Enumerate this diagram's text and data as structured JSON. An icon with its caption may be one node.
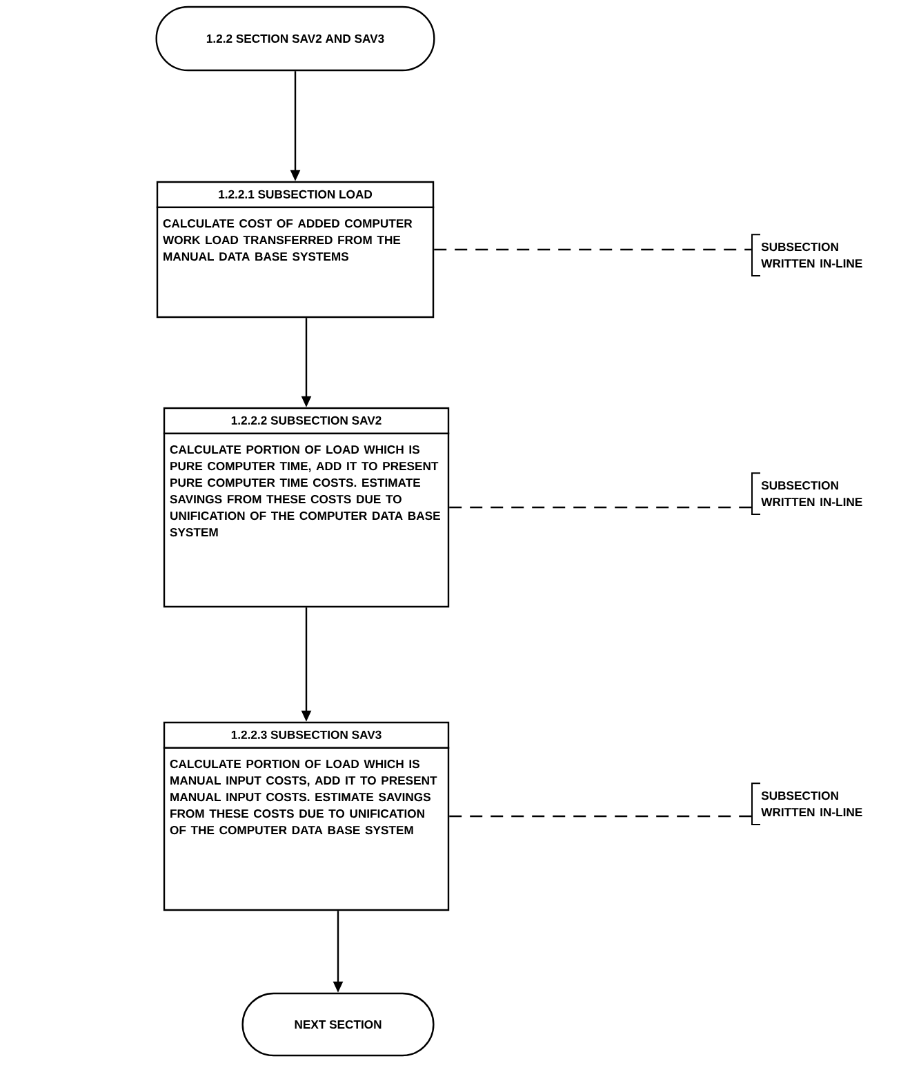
{
  "diagram": {
    "nodes": [
      {
        "text": [
          "1.2.2 SECTION SAV2 AND SAV3"
        ]
      },
      {
        "text": [
          "1.2.2.1 SUBSECTION LOAD",
          "CALCULATE COST OF ADDED COMPUTER WORK LOAD TRANSFERRED FROM THE MANUAL DATA BASE SYSTEMS"
        ]
      },
      {
        "text": [
          "SUBSECTION WRITTEN IN-LINE"
        ]
      },
      {
        "text": [
          "1.2.2.2 SUBSECTION SAV2",
          "CALCULATE PORTION OF LOAD WHICH IS PURE COMPUTER TIME, ADD IT TO PRESENT PURE COMPUTER TIME COSTS. ESTIMATE SAVINGS FROM THESE COSTS DUE TO UNIFICATION OF THE COMPUTER DATA BASE SYSTEM"
        ]
      },
      {
        "text": [
          "SUBSECTION WRITTEN IN-LINE"
        ]
      },
      {
        "text": [
          "1.2.2.3 SUBSECTION SAV3",
          "CALCULATE PORTION OF LOAD WHICH IS MANUAL INPUT COSTS, ADD IT TO PRESENT MANUAL INPUT COSTS. ESTIMATE SAVINGS FROM THESE COSTS DUE TO UNIFICATION OF THE COMPUTER DATA BASE SYSTEM"
        ]
      },
      {
        "text": [
          "SUBSECTION WRITTEN IN-LINE"
        ]
      },
      {
        "text": [
          "NEXT SECTION"
        ]
      }
    ],
    "edges": [
      {
        "from": 0,
        "to": 1,
        "arrow": "to"
      },
      {
        "from": 1,
        "to": 2,
        "arrow": "none",
        "style": "dashed"
      },
      {
        "from": 1,
        "to": 3,
        "arrow": "to"
      },
      {
        "from": 3,
        "to": 4,
        "arrow": "none",
        "style": "dashed"
      },
      {
        "from": 3,
        "to": 5,
        "arrow": "to"
      },
      {
        "from": 5,
        "to": 6,
        "arrow": "none",
        "style": "dashed"
      },
      {
        "from": 5,
        "to": 7,
        "arrow": "to"
      }
    ]
  }
}
